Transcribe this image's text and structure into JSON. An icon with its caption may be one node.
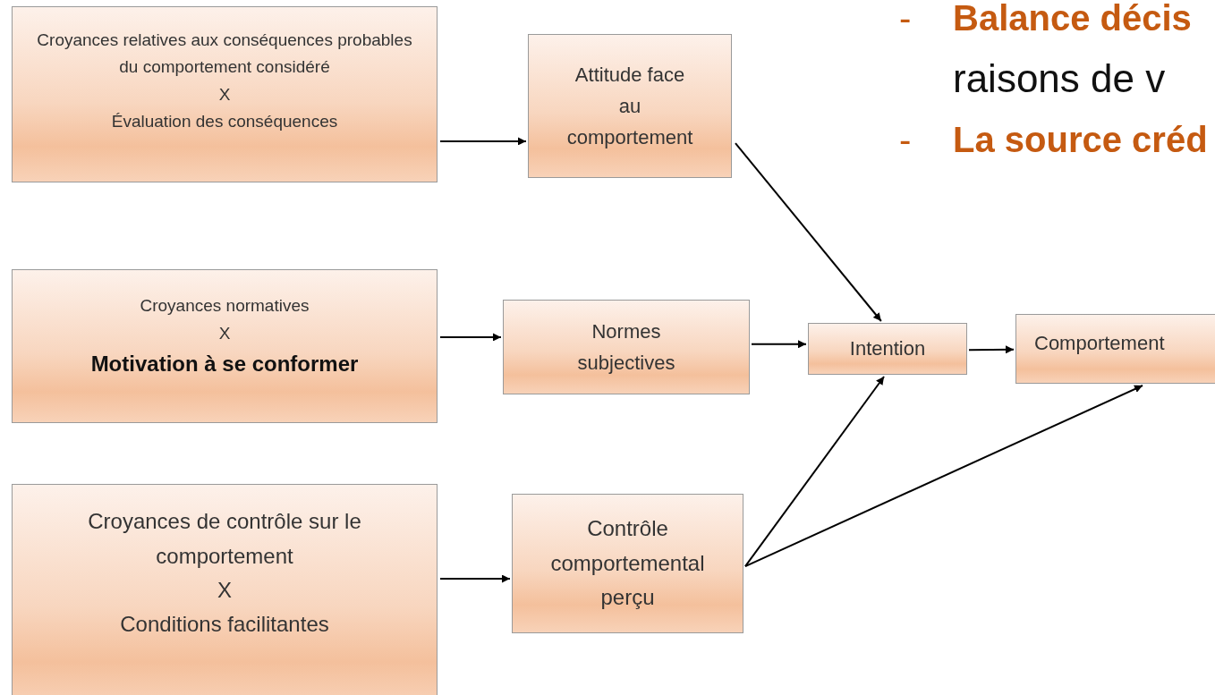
{
  "diagram": {
    "nodes": [
      {
        "text": [
          "Croyances relatives aux conséquences probables du comportement considéré",
          "X",
          "Évaluation des conséquences"
        ]
      },
      {
        "text": [
          "Attitude face au comportement"
        ]
      },
      {
        "text": [
          "Croyances normatives",
          "X",
          "Motivation à se conformer"
        ]
      },
      {
        "text": [
          "Normes subjectives"
        ]
      },
      {
        "text": [
          "Intention"
        ]
      },
      {
        "text": [
          "Comportement"
        ]
      },
      {
        "text": [
          "Croyances de contrôle sur le comportement",
          "X",
          "Conditions facilitantes"
        ]
      },
      {
        "text": [
          "Contrôle comportemental perçu"
        ]
      }
    ],
    "edges": [
      {
        "from": 0,
        "to": 1,
        "arrow": "to"
      },
      {
        "from": 1,
        "to": 4,
        "arrow": "to"
      },
      {
        "from": 2,
        "to": 3,
        "arrow": "to"
      },
      {
        "from": 3,
        "to": 4,
        "arrow": "to"
      },
      {
        "from": 4,
        "to": 5,
        "arrow": "to"
      },
      {
        "from": 6,
        "to": 7,
        "arrow": "to"
      },
      {
        "from": 7,
        "to": 4,
        "arrow": "to"
      },
      {
        "from": 7,
        "to": 5,
        "arrow": "to"
      }
    ],
    "labels": [
      "-",
      "Balance décis",
      "raisons de v",
      "-",
      "La source créd"
    ]
  }
}
